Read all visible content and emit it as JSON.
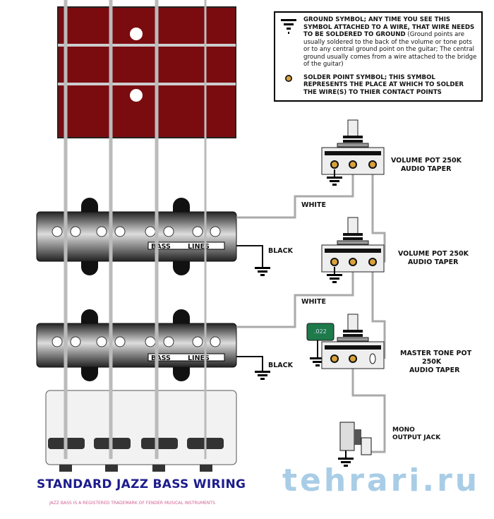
{
  "title": "STANDARD JAZZ BASS WIRING",
  "trademark": "JAZZ BASS IS A REGISTERED TRADEMARK OF FENDER MUSICAL INSTRUMENTS",
  "watermark": "tehrari.ru",
  "legend": {
    "ground_bold": "GROUND SYMBOL; ANY TIME YOU SEE THIS SYMBOL ATTACHED TO A WIRE, THAT WIRE NEEDS TO BE SOLDERED TO GROUND",
    "ground_note": "(Ground points are usually soldered to the back of the volume or tone pots or to any central ground point on the guitar; The central ground usually comes from a wire attached to the bridge of the guitar)",
    "solder_bold": "SOLDER POINT SYMBOL; THIS SYMBOL REPRESENTS THE PLACE AT WHICH TO SOLDER THE WIRE(S) TO THIER CONTACT POINTS"
  },
  "pickups": {
    "brand_a": "BASS",
    "brand_b": "LINES"
  },
  "wires": {
    "white1": "WHITE",
    "black1": "BLACK",
    "white2": "WHITE",
    "black2": "BLACK"
  },
  "pots": {
    "vol1": [
      "VOLUME POT 250K",
      "AUDIO TAPER"
    ],
    "vol2": [
      "VOLUME POT 250K",
      "AUDIO TAPER"
    ],
    "tone": [
      "MASTER TONE POT",
      "250K",
      "AUDIO TAPER"
    ]
  },
  "capacitor": ".022",
  "jack": [
    "MONO",
    "OUTPUT JACK"
  ],
  "colors": {
    "fretboard": "#7a0c10",
    "title": "#1c1c8c",
    "capacitor": "#1e7a4a",
    "solder": "#d9a23a"
  }
}
